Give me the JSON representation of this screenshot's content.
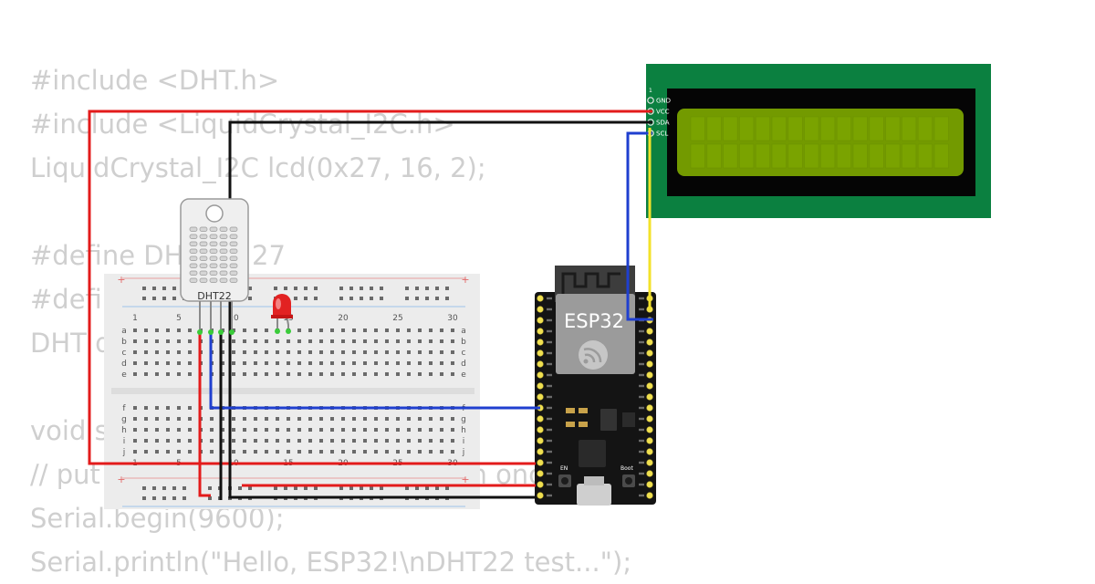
{
  "code_lines": [
    "#include <DHT.h>",
    "#include <LiquidCrystal_I2C.h>",
    "LiquidCrystal_I2C lcd(0x27, 16, 2);",
    "",
    "#define DHTPIN 27",
    "#define",
    "DHT d",
    "",
    "void s",
    "// put your setup code here, to run once:",
    "Serial.begin(9600);",
    "Serial.println(\"Hello, ESP32!\\nDHT22 test...\");"
  ],
  "lcd": {
    "pins": [
      "GND",
      "VCC",
      "SDA",
      "SCL"
    ],
    "pin_one_marker": "1"
  },
  "sensor": {
    "label": "DHT22"
  },
  "breadboard": {
    "column_numbers": [
      "1",
      "5",
      "10",
      "15",
      "20",
      "25",
      "30"
    ],
    "top_row_letters": [
      "a",
      "b",
      "c",
      "d",
      "e"
    ],
    "bottom_row_letters": [
      "f",
      "g",
      "h",
      "i",
      "j"
    ],
    "rail_plus": "+"
  },
  "board": {
    "label": "ESP32",
    "button_en": "EN",
    "button_boot": "Boot"
  },
  "colors": {
    "lcd_pcb": "#0b8040",
    "lcd_screen": "#739a00",
    "wire_red": "#e31b1b",
    "wire_black": "#111111",
    "wire_blue": "#1f3fcf",
    "wire_yellow": "#f3e22a",
    "led_red": "#e22222",
    "esp_body": "#141414",
    "breadboard": "#ececec"
  }
}
